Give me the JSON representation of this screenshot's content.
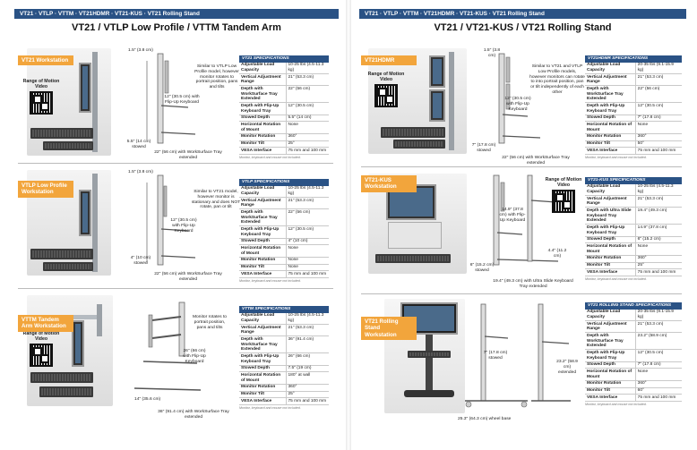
{
  "left": {
    "topbar": "VT21 · VTLP · VTTM · VT21HDMR · VT21-KUS · VT21 Rolling Stand",
    "title": "VT21 / VTLP Low Profile / VTTM Tandem Arm",
    "sections": [
      {
        "label": "VT21 Workstation",
        "qr_label": "Range of Motion Video",
        "note": "Similar to VTLP Low Profile model, however monitor rotates to portrait position, pans and tilts",
        "dims": {
          "top": "1.5\" (3.8 cm)",
          "mid": "12\" (30.5 cm) with Flip-Up Keyboard",
          "left": "5.5\" (14 cm) stowed",
          "bottom": "22\" (56 cm) with WorkSurface Tray extended"
        },
        "spec_title": "VT21 SPECIFICATIONS",
        "specs": [
          [
            "Adjustable Load Capacity",
            "10-25 lbs (4.5-11.3 kg)"
          ],
          [
            "Vertical Adjustment Range",
            "21\" (53.3 cm)"
          ],
          [
            "Depth with WorkSurface Tray Extended",
            "22\" (56 cm)"
          ],
          [
            "Depth with Flip-Up Keyboard Tray",
            "12\" (30.5 cm)"
          ],
          [
            "Stowed Depth",
            "5.5\" (14 cm)"
          ],
          [
            "Horizontal Rotation of Mount",
            "None"
          ],
          [
            "Monitor Rotation",
            "360°"
          ],
          [
            "Monitor Tilt",
            "25°"
          ],
          [
            "VESA Interface",
            "75 mm and 100 mm"
          ]
        ],
        "spec_foot": "Monitor, keyboard and mouse not included."
      },
      {
        "label": "VTLP Low Profile Workstation",
        "qr_label": "",
        "note": "Similar to VT21 model, however monitor is stationary and does NOT rotate, pan or tilt",
        "dims": {
          "top": "1.5\" (3.8 cm)",
          "mid": "12\" (30.5 cm) with Flip-Up Keyboard",
          "left": "4\" (10 cm) stowed",
          "bottom": "22\" (56 cm) with WorkSurface Tray extended"
        },
        "spec_title": "VTLP SPECIFICATIONS",
        "specs": [
          [
            "Adjustable Load Capacity",
            "10-25 lbs (4.5-11.3 kg)"
          ],
          [
            "Vertical Adjustment Range",
            "21\" (53.3 cm)"
          ],
          [
            "Depth with WorkSurface Tray Extended",
            "22\" (56 cm)"
          ],
          [
            "Depth with Flip-Up Keyboard Tray",
            "12\" (30.5 cm)"
          ],
          [
            "Stowed Depth",
            "4\" (10 cm)"
          ],
          [
            "Horizontal Rotation of Mount",
            "None"
          ],
          [
            "Monitor Rotation",
            "None"
          ],
          [
            "Monitor Tilt",
            "None"
          ],
          [
            "VESA Interface",
            "75 mm and 100 mm"
          ]
        ],
        "spec_foot": "Monitor, keyboard and mouse not included."
      },
      {
        "label": "VTTM Tandem Arm Workstation",
        "qr_label": "Range of Motion Video",
        "note": "Monitor rotates to portrait position, pans and tilts",
        "dims": {
          "top": "",
          "mid": "26\" (66 cm) with Flip-Up Keyboard",
          "left": "14\" (35.6 cm)",
          "bottom": "36\" (91.4 cm) with WorkSurface Tray extended"
        },
        "spec_title": "VTTM SPECIFICATIONS",
        "specs": [
          [
            "Adjustable Load Capacity",
            "10-25 lbs (4.5-11.3 kg)"
          ],
          [
            "Vertical Adjustment Range",
            "21\" (53.3 cm)"
          ],
          [
            "Depth with WorkSurface Tray Extended",
            "36\" (91.4 cm)"
          ],
          [
            "Depth with Flip-Up Keyboard Tray",
            "26\" (66 cm)"
          ],
          [
            "Stowed Depth",
            "7.5\" (19 cm)"
          ],
          [
            "Horizontal Rotation of Mount",
            "180° at wall"
          ],
          [
            "Monitor Rotation",
            "360°"
          ],
          [
            "Monitor Tilt",
            "25°"
          ],
          [
            "VESA Interface",
            "75 mm and 100 mm"
          ]
        ],
        "spec_foot": "Monitor, keyboard and mouse not included."
      }
    ]
  },
  "right": {
    "topbar": "VT21 · VTLP · VTTM · VT21HDMR · VT21-KUS · VT21 Rolling Stand",
    "title": "VT21 / VT21-KUS / VT21 Rolling Stand",
    "sections": [
      {
        "label": "VT21HDMR",
        "qr_label": "Range of Motion Video",
        "note": "Similar to VT21 and VTLP Low Profile models, however monitors can rotate to into portrait position, pan or tilt independently of each other",
        "dims": {
          "top": "1.5\" (3.8 cm)",
          "mid": "12\" (30.5 cm) with Flip-Up Keyboard",
          "left": "7\" (17.8 cm) stowed",
          "bottom": "22\" (56 cm) with WorkSurface Tray extended"
        },
        "spec_title": "VT21HDMR SPECIFICATIONS",
        "specs": [
          [
            "Adjustable Load Capacity",
            "20-35 lbs (9.1-15.9 kg)"
          ],
          [
            "Vertical Adjustment Range",
            "21\" (53.3 cm)"
          ],
          [
            "Depth with WorkSurface Tray Extended",
            "22\" (56 cm)"
          ],
          [
            "Depth with Flip-Up Keyboard Tray",
            "12\" (30.5 cm)"
          ],
          [
            "Stowed Depth",
            "7\" (17.8 cm)"
          ],
          [
            "Horizontal Rotation of Mount",
            "None"
          ],
          [
            "Monitor Rotation",
            "360°"
          ],
          [
            "Monitor Tilt",
            "50°"
          ],
          [
            "VESA Interface",
            "75 mm and 100 mm"
          ]
        ],
        "spec_foot": "Monitor, keyboard and mouse not included."
      },
      {
        "label": "VT21-KUS Workstation",
        "qr_label": "Range of Motion Video",
        "note": "",
        "dims": {
          "top": "14.9\" (37.8 cm) with Flip-Up Keyboard",
          "mid": "4.4\" (11.2 cm)",
          "left": "6\" (15.2 cm) stowed",
          "bottom": "19.4\" (49.3 cm) with Ultra Slide Keyboard Tray extended"
        },
        "spec_title": "VT21-KUS SPECIFICATIONS",
        "specs": [
          [
            "Adjustable Load Capacity",
            "10-25 lbs (4.5-11.3 kg)"
          ],
          [
            "Vertical Adjustment Range",
            "21\" (53.3 cm)"
          ],
          [
            "Depth with Ultra Slide Keyboard Tray Extended",
            "19.4\" (49.3 cm)"
          ],
          [
            "Depth with Flip-Up Keyboard Tray",
            "14.9\" (37.8 cm)"
          ],
          [
            "Stowed Depth",
            "6\" (15.2 cm)"
          ],
          [
            "Horizontal Rotation of Mount",
            "None"
          ],
          [
            "Monitor Rotation",
            "360°"
          ],
          [
            "Monitor Tilt",
            "25°"
          ],
          [
            "VESA Interface",
            "75 mm and 100 mm"
          ]
        ],
        "spec_foot": "Monitor, keyboard and mouse not included."
      },
      {
        "label": "VT21 Rolling Stand Workstation",
        "qr_label": "",
        "note": "",
        "dims": {
          "top": "7\" (17.8 cm) stowed",
          "mid": "23.2\" (58.9 cm) extended",
          "left": "",
          "bottom": "25.3\" (64.3 cm) wheel base"
        },
        "spec_title": "VT21 ROLLING STAND SPECIFICATIONS",
        "specs": [
          [
            "Adjustable Load Capacity",
            "20-35 lbs (9.1-15.9 kg)"
          ],
          [
            "Vertical Adjustment Range",
            "21\" (53.3 cm)"
          ],
          [
            "Depth with WorkSurface Tray Extended",
            "23.2\" (58.9 cm)"
          ],
          [
            "Depth with Flip-Up Keyboard Tray",
            "12\" (30.5 cm)"
          ],
          [
            "Stowed Depth",
            "7\" (17.8 cm)"
          ],
          [
            "Horizontal Rotation of Mount",
            "None"
          ],
          [
            "Monitor Rotation",
            "360°"
          ],
          [
            "Monitor Tilt",
            "60°"
          ],
          [
            "VESA Interface",
            "75 mm and 100 mm"
          ]
        ],
        "spec_foot": "Monitor, keyboard and mouse not included."
      }
    ]
  }
}
